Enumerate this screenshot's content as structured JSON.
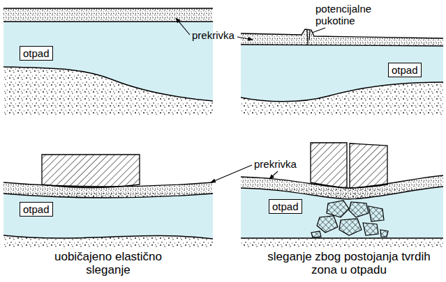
{
  "diagram": {
    "nodes": [
      {
        "text": [
          "otpad"
        ]
      },
      {
        "text": [
          "otpad"
        ]
      },
      {
        "text": [
          "otpad"
        ]
      },
      {
        "text": [
          "otpad"
        ]
      }
    ],
    "labels": [
      "prekrivka",
      "potencijalne pukotine",
      "prekrivka",
      "uobičajeno elastično sleganje",
      "sleganje zbog postojanja tvrdih zona u otpadu"
    ]
  }
}
